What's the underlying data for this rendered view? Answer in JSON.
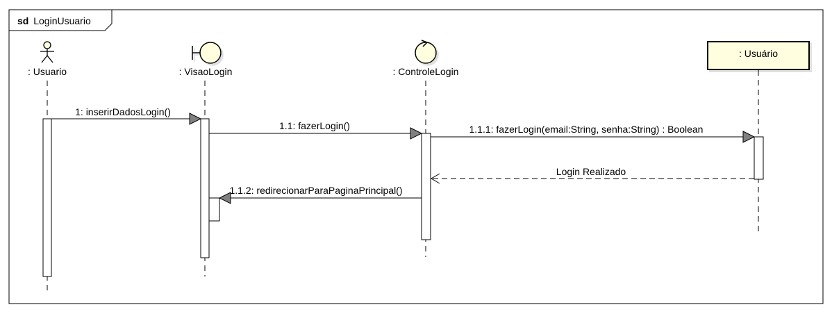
{
  "frame": {
    "keyword": "sd",
    "name": "LoginUsuario"
  },
  "lifelines": [
    {
      "id": "usuario",
      "kind": "actor",
      "label": ": Usuario"
    },
    {
      "id": "visao",
      "kind": "boundary",
      "label": ": VisaoLogin"
    },
    {
      "id": "controle",
      "kind": "control",
      "label": ": ControleLogin"
    },
    {
      "id": "entidade",
      "kind": "entity-box",
      "label": ": Usuário"
    }
  ],
  "messages": [
    {
      "id": "m1",
      "label": "1: inserirDadosLogin()",
      "type": "sync"
    },
    {
      "id": "m2",
      "label": "1.1: fazerLogin()",
      "type": "sync"
    },
    {
      "id": "m3",
      "label": "1.1.1: fazerLogin(email:String, senha:String) : Boolean",
      "type": "sync"
    },
    {
      "id": "m4",
      "label": "Login Realizado",
      "type": "reply"
    },
    {
      "id": "m5",
      "label": "1.1.2: redirecionarParaPaginaPrincipal()",
      "type": "sync"
    }
  ],
  "colors": {
    "line": "#000000",
    "entity_fill": "#ffffe0",
    "shape_fill": "#ffffe0",
    "arrowhead": "#808080"
  }
}
